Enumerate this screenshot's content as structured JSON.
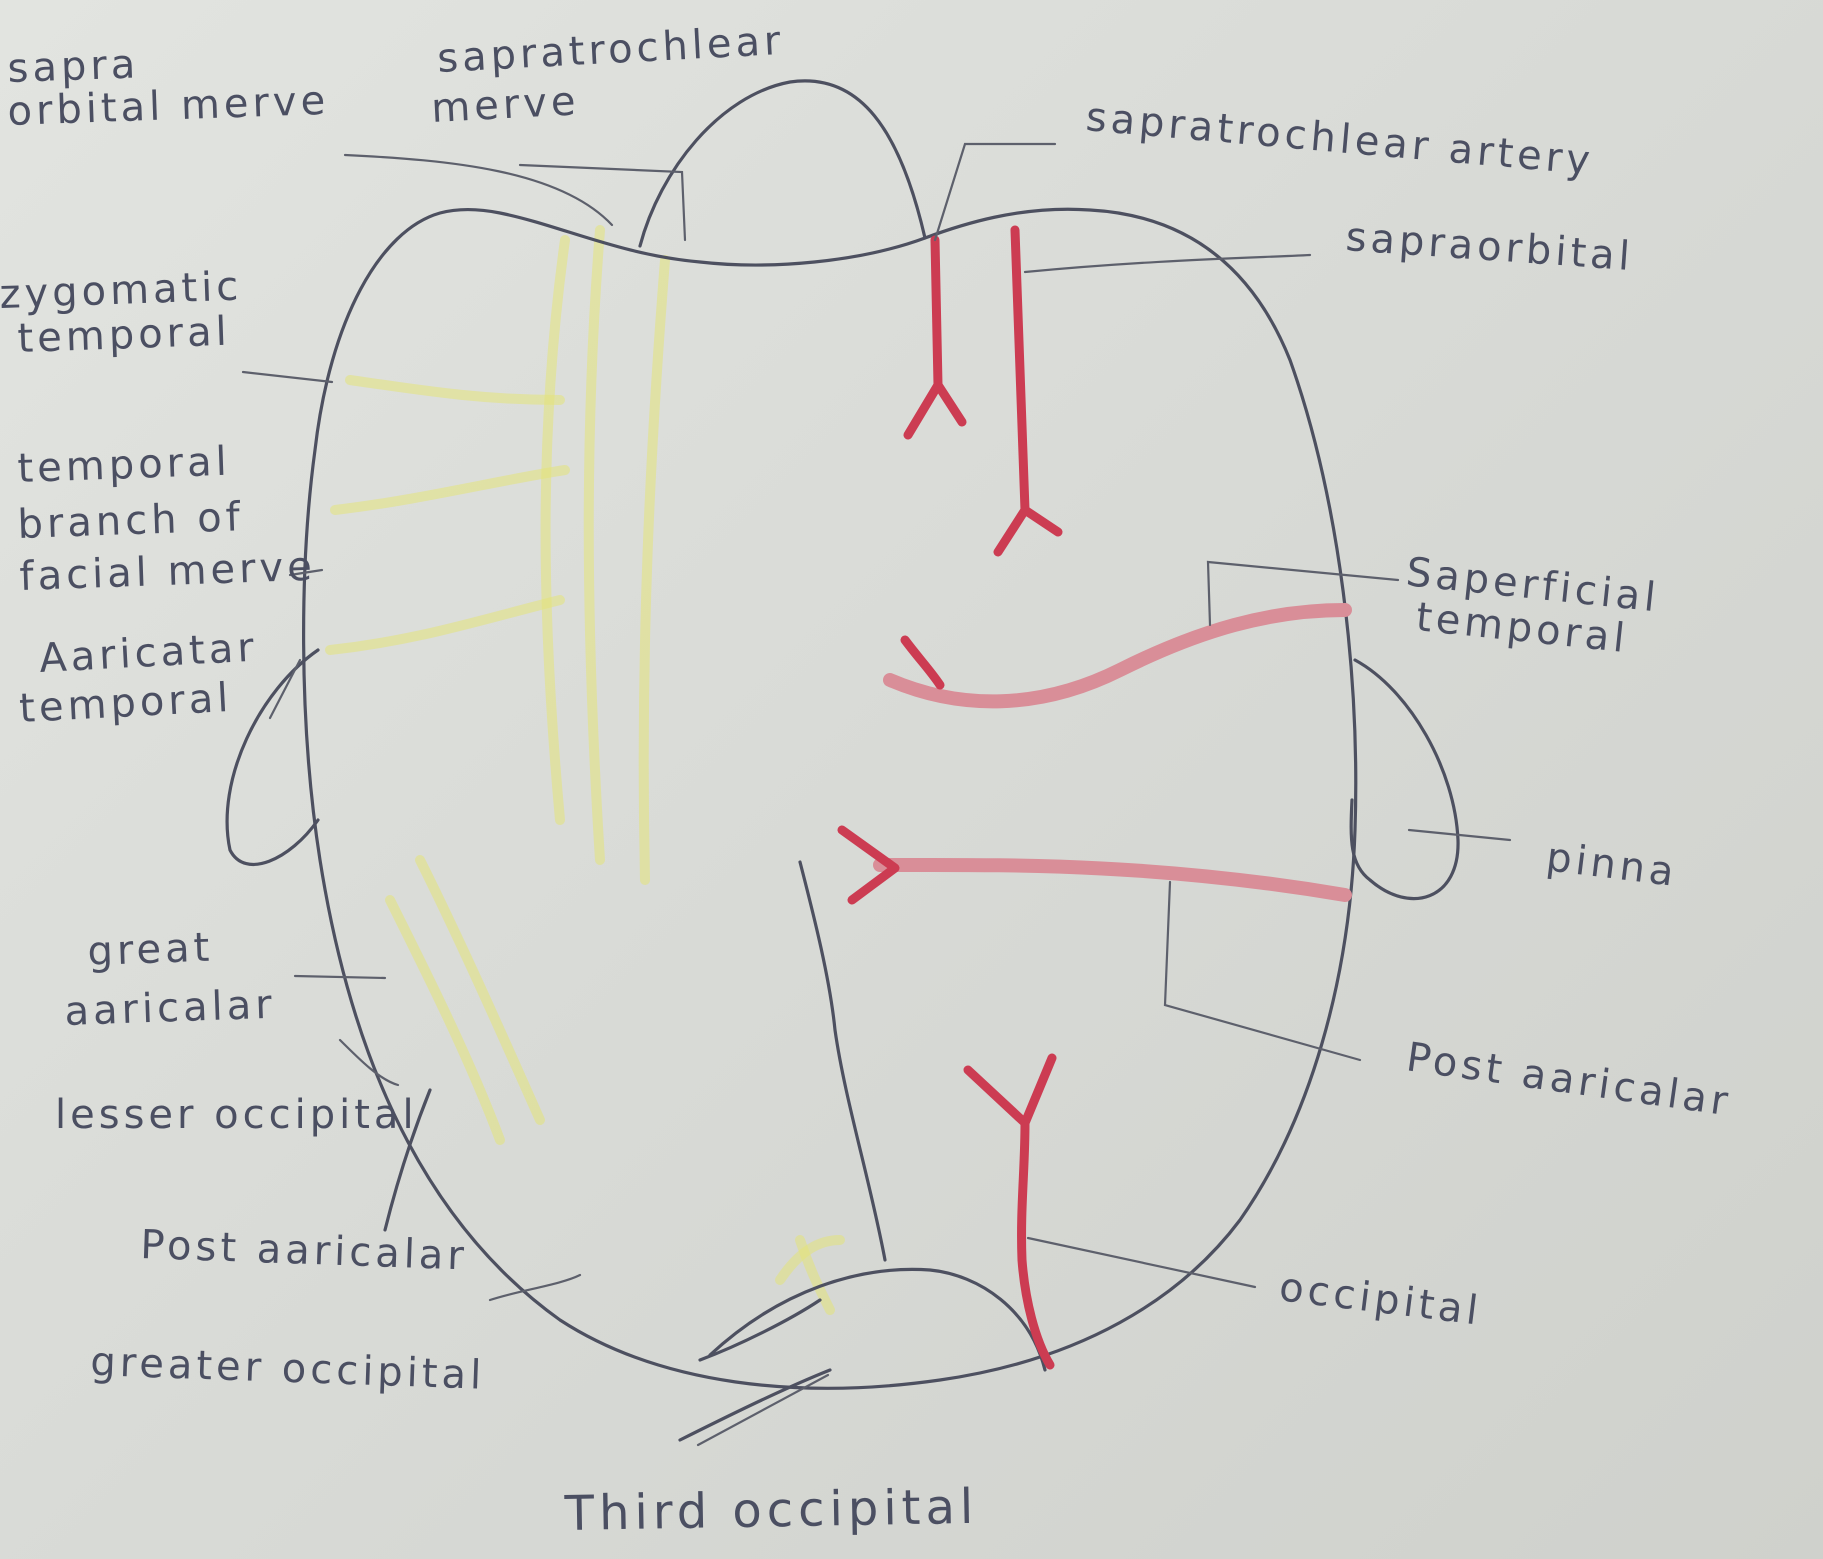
{
  "diagram": {
    "labels": {
      "supra_orbital_nerve_1": "sapra",
      "supra_orbital_nerve_2": "orbital merve",
      "supratrochlear_nerve_1": "sapratrochlear",
      "supratrochlear_nerve_2": "merve",
      "supratrochlear_artery": "sapratrochlear artery",
      "supraorbital": "sapraorbital",
      "zygomatic_1": "zygomatic",
      "zygomatic_2": "temporal",
      "temporal_branch_1": "temporal",
      "temporal_branch_2": "branch of",
      "temporal_branch_3": "facial merve",
      "auriculotemporal_1": "Aaricatar",
      "auriculotemporal_2": "temporal",
      "superficial_temporal_1": "Saperficial",
      "superficial_temporal_2": "temporal",
      "pinna": "pinna",
      "great_auricular_1": "great",
      "great_auricular_2": "aaricalar",
      "lesser_occipital": "lesser occipital",
      "post_auricular_left": "Post aaricalar",
      "post_auricular_right": "Post aaricalar",
      "greater_occipital": "greater occipital",
      "occipital": "occipital",
      "third_occipital": "Third occipital"
    },
    "colors": {
      "paper": "#dcdeda",
      "pencil": "#4d5060",
      "artery": "#cc3c52",
      "artery_pale": "#d98e98",
      "nerve": "#e4e37a"
    }
  }
}
